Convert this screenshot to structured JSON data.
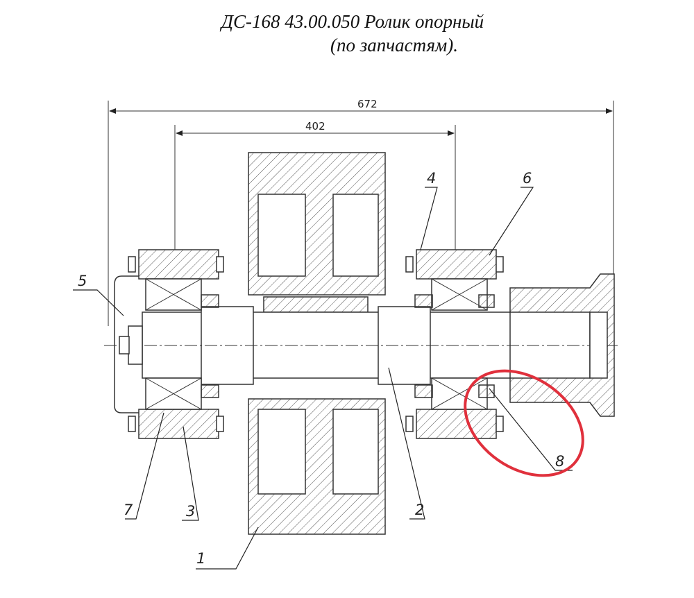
{
  "title": {
    "line1": "ДС-168 43.00.050 Ролик опорный",
    "line2": "(по запчастям)."
  },
  "dimensions": {
    "overall": "672",
    "bearing_span": "402"
  },
  "callouts": {
    "c1": "1",
    "c2": "2",
    "c3": "3",
    "c4": "4",
    "c5": "5",
    "c6": "6",
    "c7": "7",
    "c8": "8"
  },
  "colors": {
    "line": "#333333",
    "hatch": "#555555",
    "highlight": "#e0303c"
  }
}
